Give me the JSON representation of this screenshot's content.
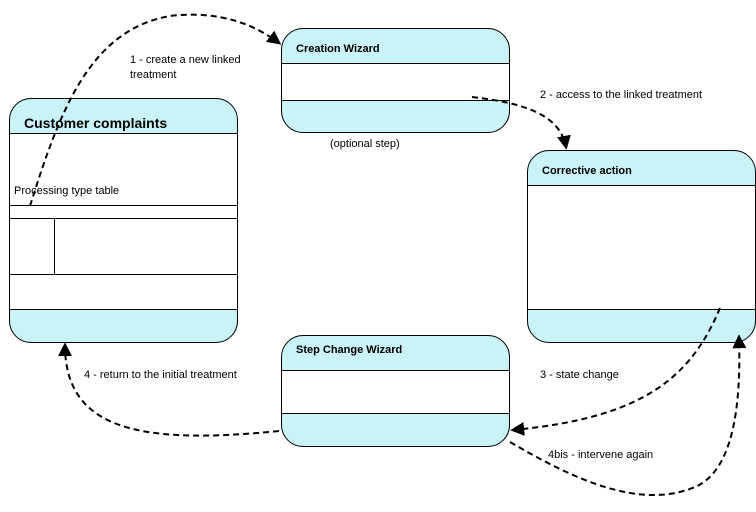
{
  "boxes": {
    "customer": {
      "title": "Customer complaints",
      "subtitle": "Processing type table"
    },
    "creation": {
      "title": "Creation Wizard"
    },
    "corrective": {
      "title": "Corrective action"
    },
    "step": {
      "title": "Step Change Wizard"
    }
  },
  "labels": {
    "step1_line1": "1 - create a new linked",
    "step1_line2": "treatment",
    "optional": "(optional step)",
    "step2": "2 - access to the linked treatment",
    "step3": "3 - state change",
    "step4": "4 - return to the initial treatment",
    "step4bis": "4bis - intervene again"
  },
  "colors": {
    "box_fill": "#c9f3f7",
    "band_fill": "#ffffff",
    "line": "#000000"
  }
}
